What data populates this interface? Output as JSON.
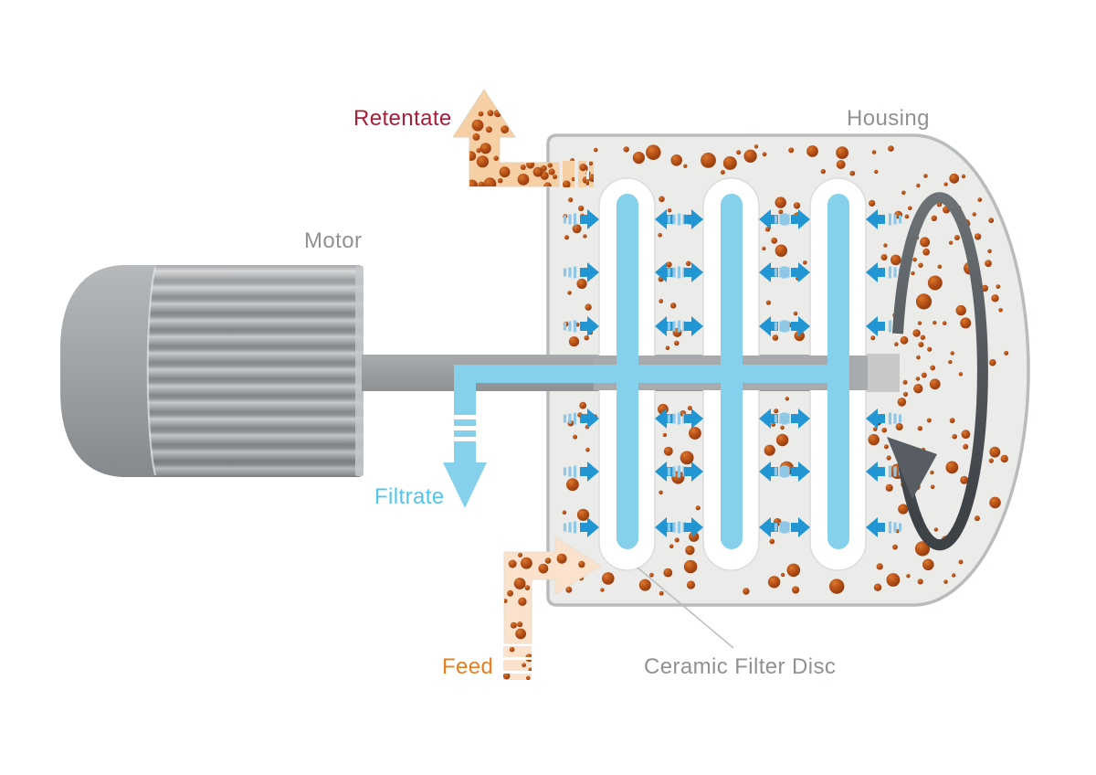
{
  "labels": {
    "retentate": "Retentate",
    "motor": "Motor",
    "housing": "Housing",
    "filtrate": "Filtrate",
    "feed": "Feed",
    "ceramic_filter_disc": "Ceramic Filter Disc"
  },
  "colors": {
    "background": "#FFFFFF",
    "retentate_text": "#A81D38",
    "feed_text": "#E87E1F",
    "filtrate_text": "#53C5EB",
    "label_gray": "#8F9294",
    "housing_fill": "#EBEBE9",
    "housing_stroke": "#B9BCBC",
    "disc_casing": "#FFFFFF",
    "disc_core_blue": "#85D1EC",
    "flow_arrow_blue": "#2296D3",
    "flow_arrow_dash": "#8FC8E7",
    "particle_orange": "#B5521D",
    "retentate_pipe_fill": "#F6CFA4",
    "feed_pipe_fill": "#FAE2CC",
    "shaft_gray": "#989BA0",
    "rotation_arrow_gray": "#575D62"
  },
  "structure": {
    "filter_disc_count": 3,
    "flow_arrow_rows": 6,
    "flow_arrows_per_row": 6,
    "streams": [
      {
        "label": "Feed",
        "direction": "in"
      },
      {
        "label": "Retentate",
        "direction": "out"
      },
      {
        "label": "Filtrate",
        "direction": "out"
      }
    ],
    "rotation_indicator": true
  }
}
